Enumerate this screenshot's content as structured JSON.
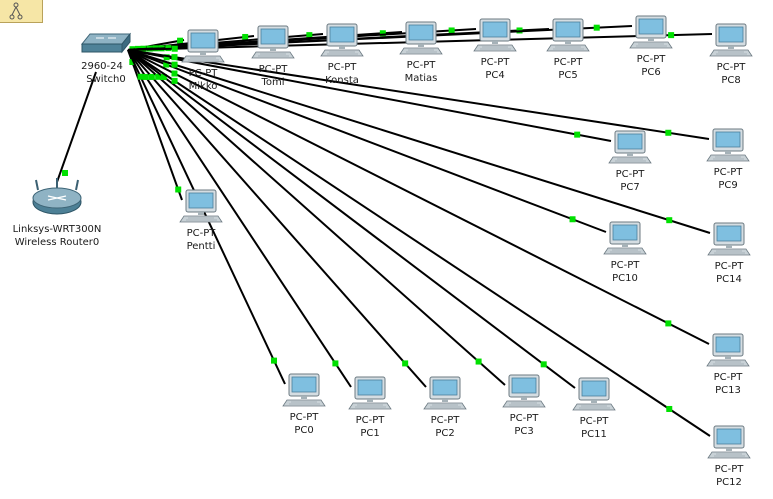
{
  "switch": {
    "model": "2960-24",
    "name": "Switch0"
  },
  "router": {
    "model": "Linksys-WRT300N",
    "name": "Wireless Router0"
  },
  "pcs": [
    {
      "id": "mikko",
      "type": "PC-PT",
      "name": "Mikko"
    },
    {
      "id": "tomi",
      "type": "PC-PT",
      "name": "Tomi"
    },
    {
      "id": "konsta",
      "type": "PC-PT",
      "name": "Konsta"
    },
    {
      "id": "matias",
      "type": "PC-PT",
      "name": "Matias"
    },
    {
      "id": "pc4",
      "type": "PC-PT",
      "name": "PC4"
    },
    {
      "id": "pc5",
      "type": "PC-PT",
      "name": "PC5"
    },
    {
      "id": "pc6",
      "type": "PC-PT",
      "name": "PC6"
    },
    {
      "id": "pc8",
      "type": "PC-PT",
      "name": "PC8"
    },
    {
      "id": "pc7",
      "type": "PC-PT",
      "name": "PC7"
    },
    {
      "id": "pc9",
      "type": "PC-PT",
      "name": "PC9"
    },
    {
      "id": "pentti",
      "type": "PC-PT",
      "name": "Pentti"
    },
    {
      "id": "pc10",
      "type": "PC-PT",
      "name": "PC10"
    },
    {
      "id": "pc14",
      "type": "PC-PT",
      "name": "PC14"
    },
    {
      "id": "pc13",
      "type": "PC-PT",
      "name": "PC13"
    },
    {
      "id": "pc0",
      "type": "PC-PT",
      "name": "PC0"
    },
    {
      "id": "pc1",
      "type": "PC-PT",
      "name": "PC1"
    },
    {
      "id": "pc2",
      "type": "PC-PT",
      "name": "PC2"
    },
    {
      "id": "pc3",
      "type": "PC-PT",
      "name": "PC3"
    },
    {
      "id": "pc11",
      "type": "PC-PT",
      "name": "PC11"
    },
    {
      "id": "pc12",
      "type": "PC-PT",
      "name": "PC12"
    }
  ],
  "colors": {
    "link": "#000000",
    "link_light": "#00e000",
    "pc_screen": "#6fb5d8",
    "pc_body": "#cfd8dc"
  }
}
